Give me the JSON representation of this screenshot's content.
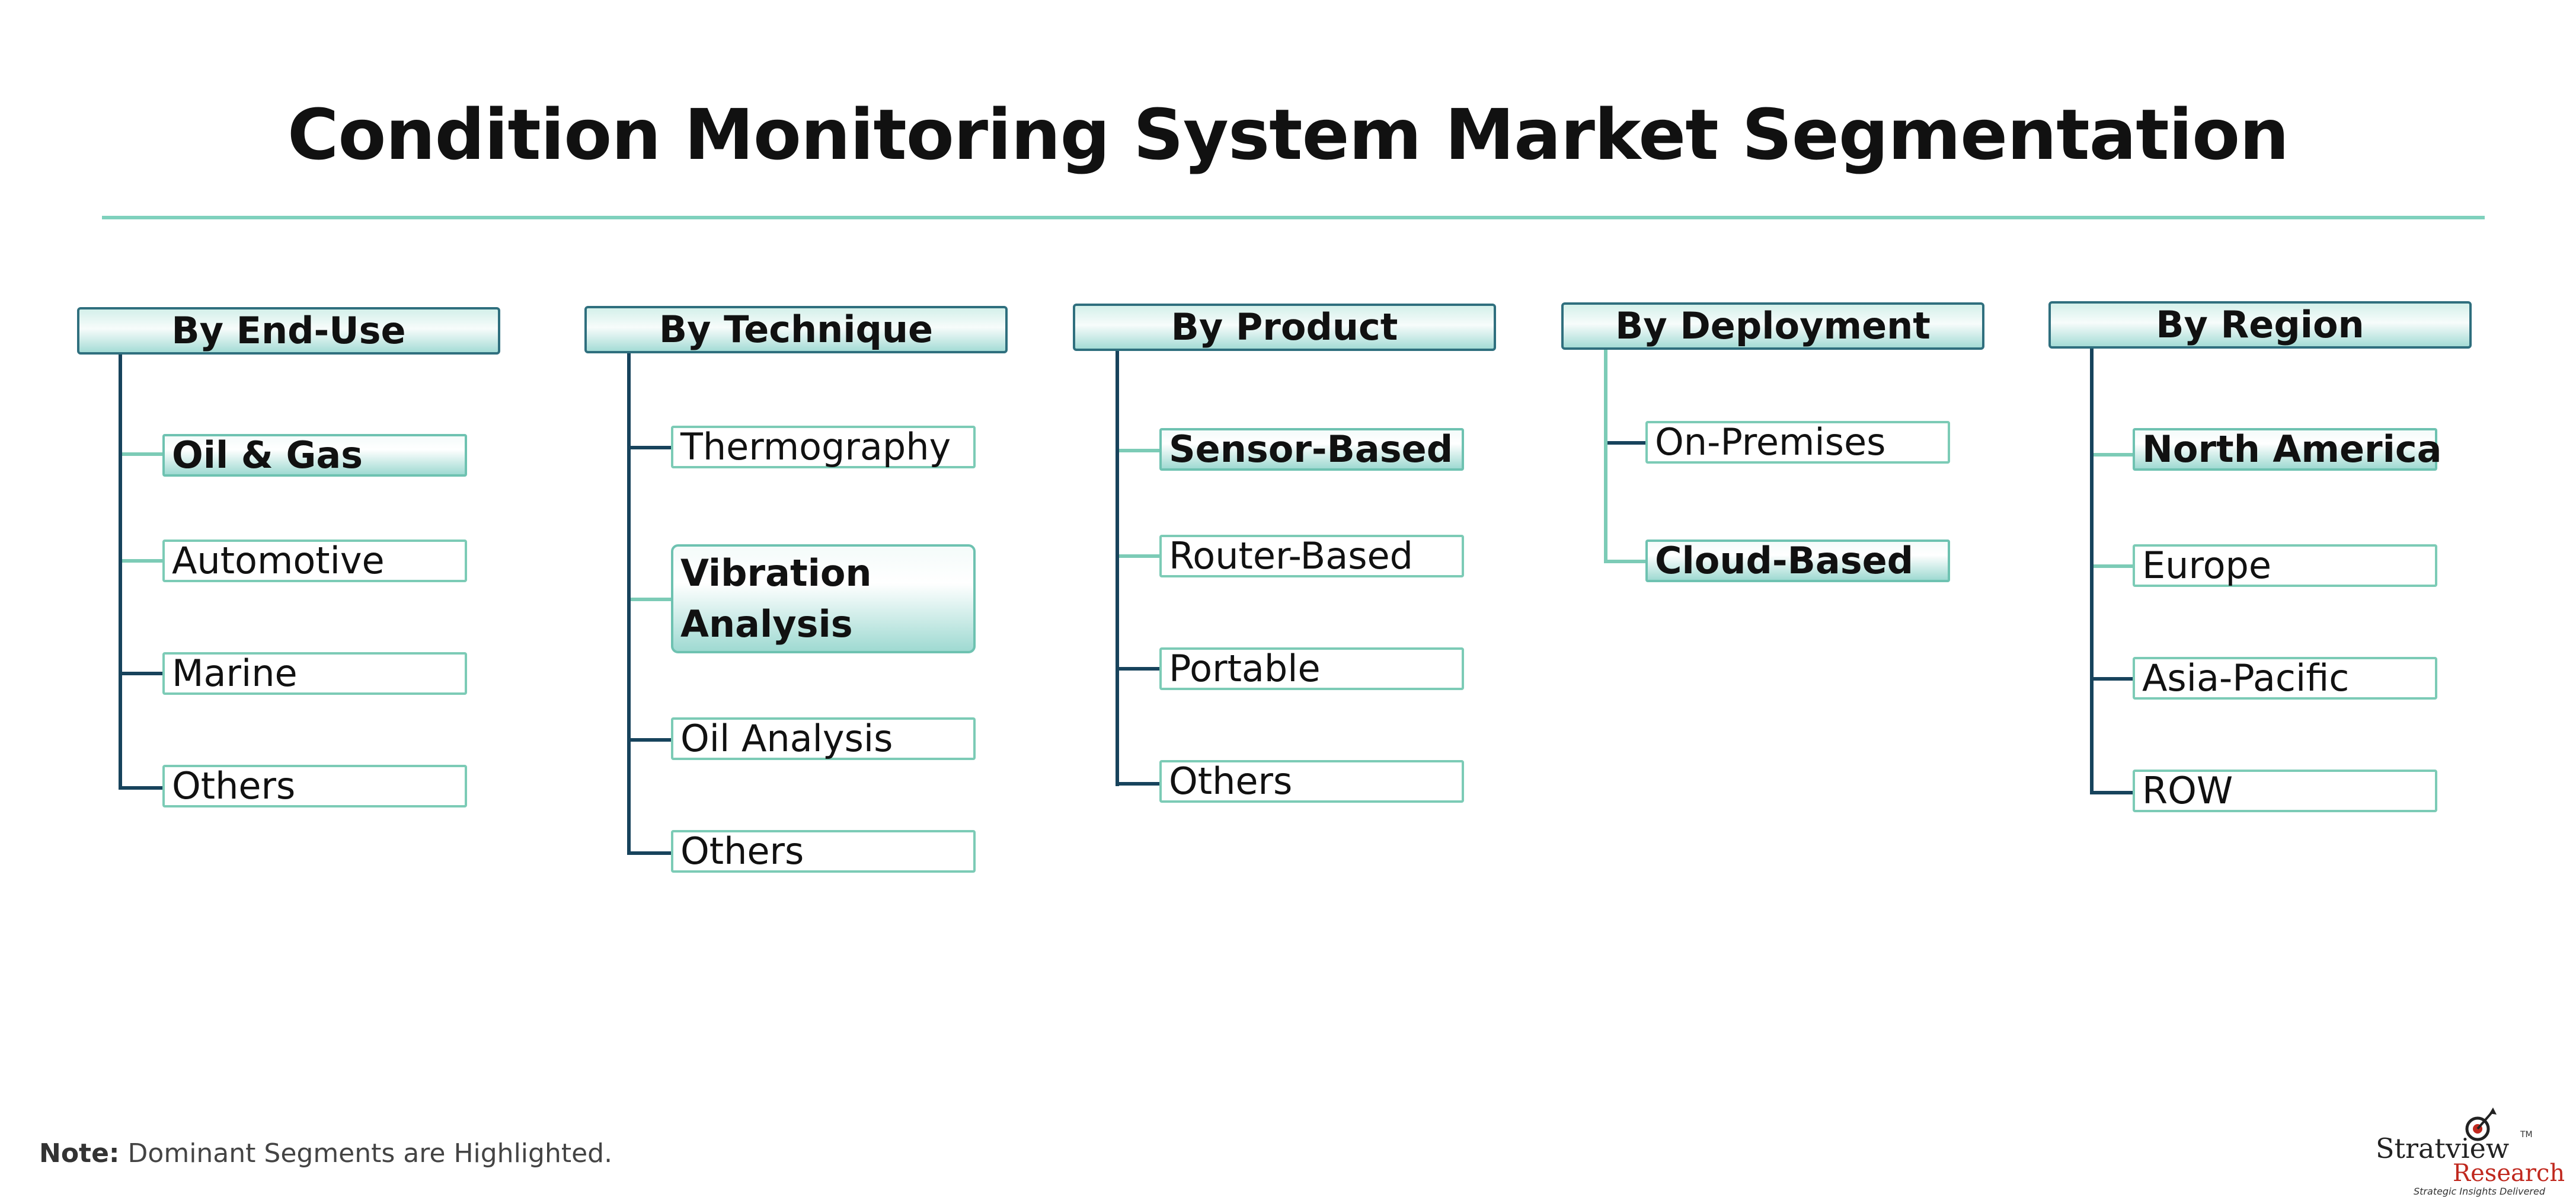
{
  "title": "Condition Monitoring System Market Segmentation",
  "colors": {
    "accent": "#7fd1bd",
    "connector_dark": "#17435c",
    "connector_light": "#7ccbb6",
    "header_border": "#2f6f7e"
  },
  "columns": [
    {
      "header": "By End-Use",
      "items": [
        {
          "label": "Oil & Gas",
          "highlighted": true
        },
        {
          "label": "Automotive",
          "highlighted": false
        },
        {
          "label": "Marine",
          "highlighted": false
        },
        {
          "label": "Others",
          "highlighted": false
        }
      ]
    },
    {
      "header": "By Technique",
      "items": [
        {
          "label": "Thermography",
          "highlighted": false
        },
        {
          "label": "Vibration Analysis",
          "highlighted": true
        },
        {
          "label": "Oil Analysis",
          "highlighted": false
        },
        {
          "label": "Others",
          "highlighted": false
        }
      ]
    },
    {
      "header": "By Product",
      "items": [
        {
          "label": "Sensor-Based",
          "highlighted": true
        },
        {
          "label": "Router-Based",
          "highlighted": false
        },
        {
          "label": "Portable",
          "highlighted": false
        },
        {
          "label": "Others",
          "highlighted": false
        }
      ]
    },
    {
      "header": "By Deployment",
      "items": [
        {
          "label": "On-Premises",
          "highlighted": false
        },
        {
          "label": "Cloud-Based",
          "highlighted": true
        }
      ]
    },
    {
      "header": "By Region",
      "items": [
        {
          "label": "North America",
          "highlighted": true
        },
        {
          "label": "Europe",
          "highlighted": false
        },
        {
          "label": "Asia-Pacific",
          "highlighted": false
        },
        {
          "label": "ROW",
          "highlighted": false
        }
      ]
    }
  ],
  "note": {
    "label": "Note:",
    "text": "Dominant Segments are Highlighted."
  },
  "logo": {
    "line1": "Stratview",
    "line2": "Research",
    "tagline": "Strategic Insights Delivered",
    "tm": "TM"
  }
}
